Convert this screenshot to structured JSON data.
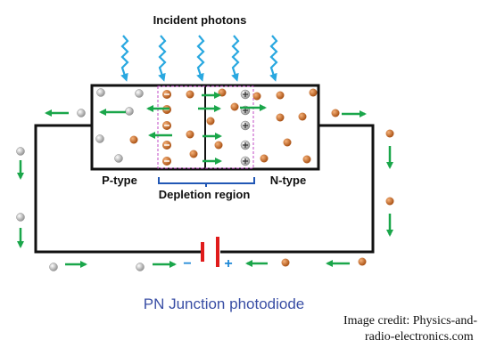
{
  "labels": {
    "incident_photons": "Incident photons",
    "p_type": "P-type",
    "n_type": "N-type",
    "depletion_region": "Depletion region",
    "minus_sign": "−",
    "plus_sign": "+",
    "title": "PN Junction photodiode",
    "credit_line1": "Image credit: Physics-and-",
    "credit_line2": "radio-electronics.com"
  },
  "colors": {
    "photon": "#29a8e0",
    "arrow": "#1aa64a",
    "hole": "#c8c8c8",
    "electron": "#cf6a1c",
    "ion": "#b5551c",
    "battery_plate": "#e01b1b",
    "minus_sign": "#1e88d6",
    "plus_sign": "#1e88d6",
    "depletion_bracket": "#2157b5",
    "depletion_border": "#c04bc6",
    "title": "#3a4fa5",
    "wire": "#111111"
  }
}
